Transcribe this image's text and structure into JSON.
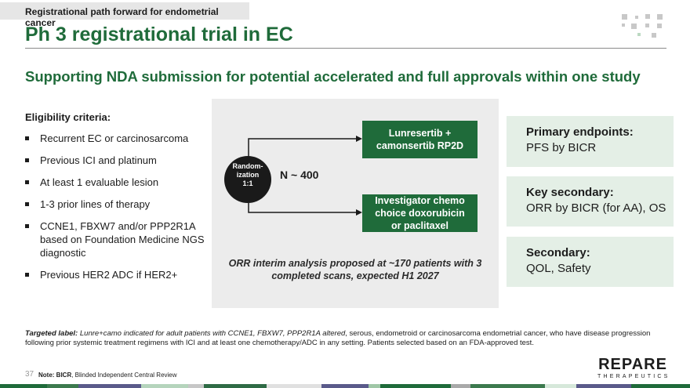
{
  "header": {
    "section_tag": "Registrational path forward for endometrial cancer",
    "title": "Ph 3 registrational trial in EC",
    "subtitle": "Supporting NDA submission for potential accelerated and full approvals within one study"
  },
  "eligibility": {
    "heading": "Eligibility criteria:",
    "items": [
      "Recurrent EC or carcinosarcoma",
      "Previous ICI and platinum",
      "At least 1 evaluable lesion",
      "1-3 prior lines of therapy",
      "CCNE1, FBXW7 and/or PPP2R1A based on Foundation Medicine NGS diagnostic",
      "Previous HER2 ADC if HER2+"
    ]
  },
  "design": {
    "randomization": [
      "Random-",
      "ization",
      "1:1"
    ],
    "n_label": "N ~ 400",
    "arm1": [
      "Lunresertib +",
      "camonsertib RP2D"
    ],
    "arm2": [
      "Investigator chemo",
      "choice doxorubicin",
      "or paclitaxel"
    ],
    "orr_note_line1": "ORR interim analysis proposed at ~170 patients with 3",
    "orr_note_line2": "completed scans, expected H1 2027"
  },
  "endpoints": [
    {
      "heading": "Primary endpoints:",
      "body": "PFS by BICR"
    },
    {
      "heading": "Key secondary:",
      "body": "ORR by BICR (for AA), OS"
    },
    {
      "heading": "Secondary:",
      "body": "QOL, Safety"
    }
  ],
  "targeted_label": {
    "lead": "Targeted label:",
    "italic_part": "Lunre+camo indicated for adult patients with CCNE1, FBXW7, PPP2R1A altered",
    "rest": ", serous, endometroid or carcinosarcoma endometrial cancer, who have disease progression following prior systemic treatment regimens with ICI and at least one chemotherapy/ADC in any setting. Patients selected based on an FDA-approved test."
  },
  "footer": {
    "page_number": "37",
    "note_lead": "Note: BICR",
    "note_rest": ", Blinded Independent Central Review",
    "logo_word": "REPARE",
    "logo_sub": "THERAPEUTICS"
  },
  "colors": {
    "brand_green": "#1f6b3a",
    "endpoint_bg": "#e4efe6",
    "panel_bg": "#ececec"
  }
}
